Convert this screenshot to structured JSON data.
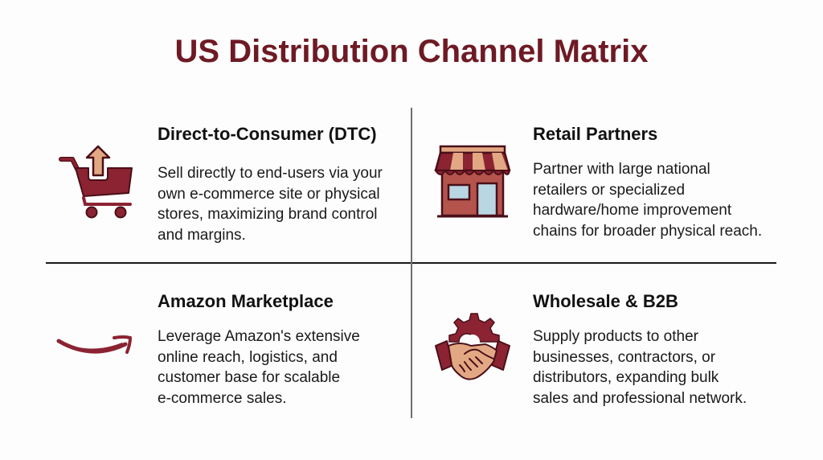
{
  "title": "US Distribution Channel Matrix",
  "colors": {
    "title": "#6e1a24",
    "icon_primary": "#8b2332",
    "icon_accent": "#e2a883",
    "icon_outline": "#4a0f18",
    "window_glass": "#b9d6e3",
    "heading": "#111111",
    "body": "#1a1a1a"
  },
  "quadrants": [
    {
      "id": "dtc",
      "icon": "shopping-cart-upload-icon",
      "heading": "Direct-to-Consumer (DTC)",
      "lines": [
        "Sell directly to end-users via your",
        "own e-commerce site or physical",
        "stores, maximizing brand control",
        "and margins."
      ]
    },
    {
      "id": "retail",
      "icon": "storefront-icon",
      "heading": "Retail Partners",
      "lines": [
        "Partner with large national",
        "retailers or specialized",
        "hardware/home improvement",
        "chains for broader physical reach."
      ]
    },
    {
      "id": "amazon",
      "icon": "amazon-smile-arrow-icon",
      "heading": "Amazon Marketplace",
      "lines": [
        "Leverage Amazon's extensive",
        "online reach, logistics, and",
        "customer base for scalable",
        "e-commerce sales."
      ]
    },
    {
      "id": "wholesale",
      "icon": "gear-handshake-icon",
      "heading": "Wholesale & B2B",
      "lines": [
        "Supply products to other",
        "businesses, contractors, or",
        "distributors, expanding bulk",
        "sales and professional network."
      ]
    }
  ]
}
